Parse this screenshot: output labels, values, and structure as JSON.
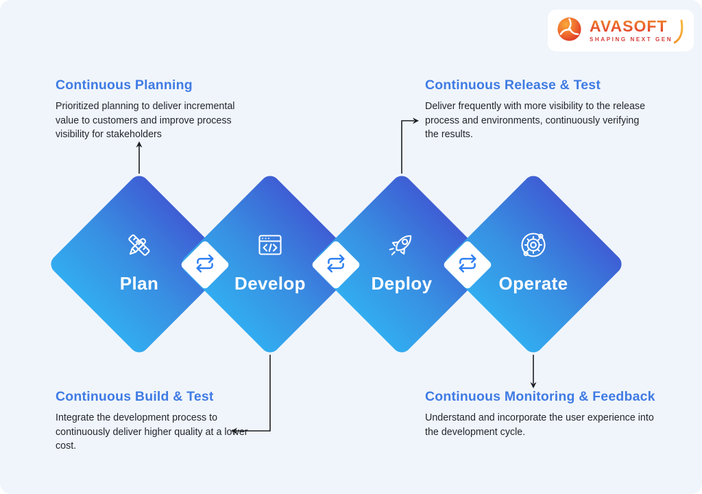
{
  "logo": {
    "name": "AVASOFT",
    "tagline": "SHAPING NEXT GEN",
    "icon": "avasoft-triskelion-icon",
    "colors": {
      "orange": "#f08a2e",
      "red": "#e2382a",
      "tagline_red": "#d43a35"
    }
  },
  "stages": [
    {
      "label": "Plan",
      "icon": "pencil-ruler-icon"
    },
    {
      "label": "Develop",
      "icon": "code-window-icon"
    },
    {
      "label": "Deploy",
      "icon": "rocket-icon"
    },
    {
      "label": "Operate",
      "icon": "gear-orbit-icon"
    }
  ],
  "connector": {
    "icon": "repeat-cycle-icon",
    "count": 3
  },
  "annotations": {
    "planning": {
      "title": "Continuous Planning",
      "body": "Prioritized planning to deliver incremental value to customers and improve process visibility for stakeholders"
    },
    "release": {
      "title": "Continuous Release & Test",
      "body": "Deliver frequently with more visibility to the release process and environments, continuously verifying the results."
    },
    "build": {
      "title": "Continuous Build & Test",
      "body": "Integrate the development process to continuously deliver higher quality at a lower cost."
    },
    "monitoring": {
      "title": "Continuous Monitoring & Feedback",
      "body": "Understand and incorporate the user experience into the development cycle."
    }
  },
  "colors": {
    "background": "#f0f5fb",
    "heading_blue": "#3f7be3",
    "body_text": "#23262d",
    "diamond_gradient_start": "#3e5ed4",
    "diamond_gradient_end": "#32acf0",
    "connector_icon_blue": "#2e7ff2",
    "arrow": "#1a1d22"
  }
}
